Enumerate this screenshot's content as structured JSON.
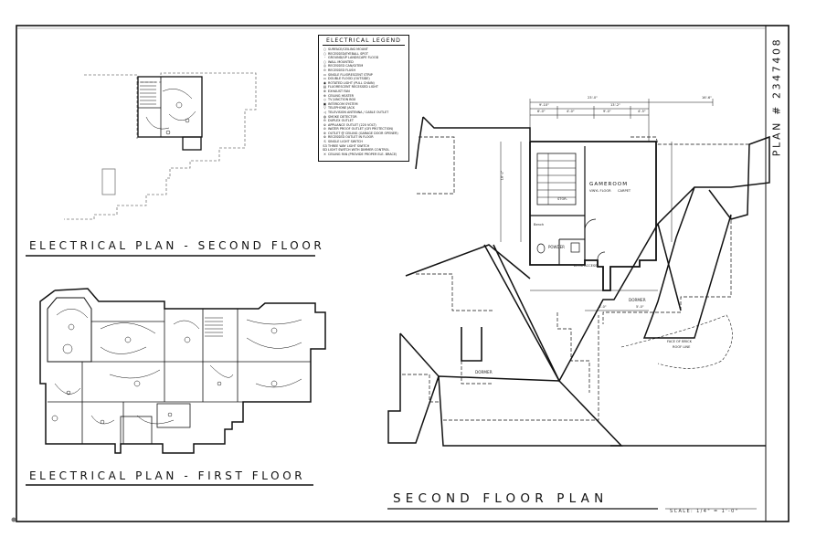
{
  "titles": {
    "second_floor_electrical": "ELECTRICAL PLAN - SECOND FLOOR",
    "first_floor_electrical": "ELECTRICAL PLAN - FIRST FLOOR",
    "second_floor_plan": "SECOND FLOOR PLAN"
  },
  "plan_number": "PLAN # 2347408",
  "scale": "SCALE: 1/4\" = 1'-0\"",
  "legend": {
    "title": "ELECTRICAL LEGEND",
    "items": [
      {
        "symbol": "○",
        "label": "SURFACE/CEILING MOUNT"
      },
      {
        "symbol": "○",
        "label": "RECESSED/EYEBALL SPOT"
      },
      {
        "symbol": "◦",
        "label": "GROUND/UP LANDSCAPE FLOOD"
      },
      {
        "symbol": "○",
        "label": "WALL MOUNTED"
      },
      {
        "symbol": "◎",
        "label": "RECESSED CAN/GITEM"
      },
      {
        "symbol": "⊙",
        "label": "RECESSED FLUSH"
      },
      {
        "symbol": "▭",
        "label": "SINGLE FLUORESCENT STRIP"
      },
      {
        "symbol": "▭",
        "label": "DOUBLE FLOOD (OUTSIDE)"
      },
      {
        "symbol": "◉",
        "label": "ROTATED LIGHT (PULL CHAIN)"
      },
      {
        "symbol": "▤",
        "label": "FLUORESCENT RECESSED LIGHT"
      },
      {
        "symbol": "⊗",
        "label": "EXHAUST FAN"
      },
      {
        "symbol": "⊕",
        "label": "CEILING HEATER"
      },
      {
        "symbol": "◇",
        "label": "TV JUNCTION BOX"
      },
      {
        "symbol": "▣",
        "label": "INTERCOM SYSTEM"
      },
      {
        "symbol": "▽",
        "label": "TELEPHONE JACK"
      },
      {
        "symbol": "◁",
        "label": "TELEVISION ANTENNA / CABLE OUTLET"
      },
      {
        "symbol": "◍",
        "label": "SMOKE DETECTOR"
      },
      {
        "symbol": "⊖",
        "label": "DUPLEX OUTLET"
      },
      {
        "symbol": "⊜",
        "label": "APPLIANCE OUTLET (220 VOLT)"
      },
      {
        "symbol": "⊘",
        "label": "WATER PROOF OUTLET (GFI PROTECTION)"
      },
      {
        "symbol": "⊛",
        "label": "OUTLET @ CEILING (GARAGE DOOR OPENER)"
      },
      {
        "symbol": "⊚",
        "label": "RECESSED OUTLET IN FLOOR"
      },
      {
        "symbol": "S",
        "label": "SINGLE LIGHT SWITCH"
      },
      {
        "symbol": "S3",
        "label": "THREE WAY LIGHT SWITCH"
      },
      {
        "symbol": "SD",
        "label": "LIGHT SWITCH WITH DIMMER CONTROL"
      },
      {
        "symbol": "✕",
        "label": "CEILING FAN (PROVIDE PROPER ELE. BRACE)"
      }
    ]
  },
  "rooms": {
    "gameroom": "GAMEROOM",
    "powder": "POWDER",
    "dormer_right": "DORMER",
    "dormer_left": "DORMER",
    "face_of_brick": "FACE OF BRICK",
    "roof_line": "ROOF LINE",
    "attic_access": "ATTIC ACCESS",
    "bench": "Bench",
    "stor": "STOR.",
    "carpet": "CARPET",
    "vinyl_floor": "VINYL FLOOR"
  },
  "dimensions": [
    "23'-0\"",
    "16'-6\"",
    "9'-10\"",
    "13'-2\"",
    "6'-0\"",
    "4'-0\"",
    "9'-0\"",
    "4'-5\"",
    "8'-0\"",
    "5'-0\"",
    "18'-2\""
  ]
}
